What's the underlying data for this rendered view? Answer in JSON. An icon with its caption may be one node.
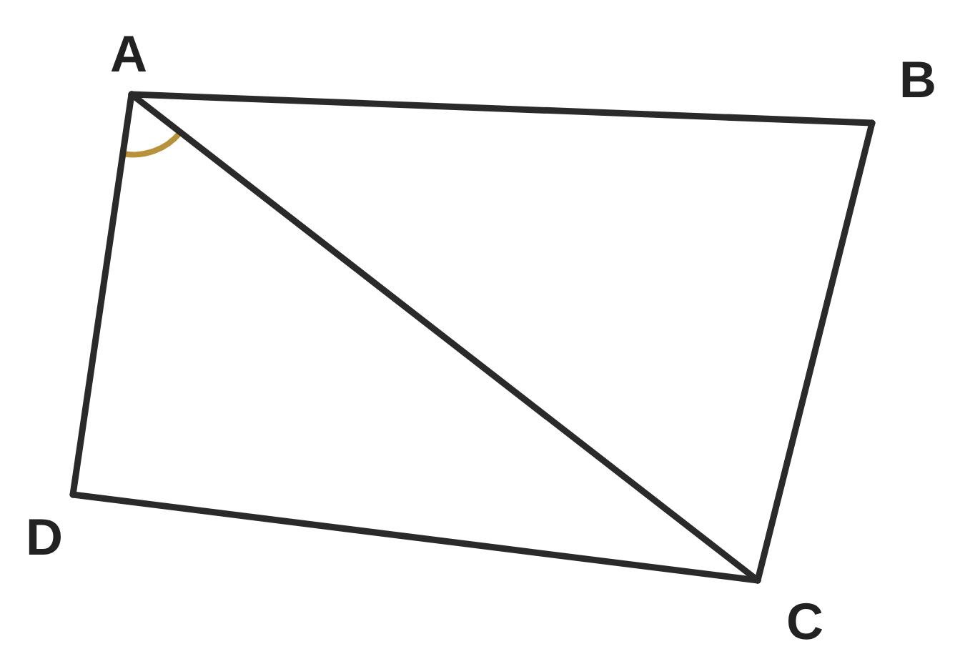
{
  "diagram": {
    "nodes": [
      {
        "text": [
          "A"
        ]
      },
      {
        "text": [
          "B"
        ]
      },
      {
        "text": [
          "C"
        ]
      },
      {
        "text": [
          "D"
        ]
      }
    ],
    "edges": [
      {
        "from": 0,
        "to": 1,
        "arrow": "none"
      },
      {
        "from": 1,
        "to": 2,
        "arrow": "none"
      },
      {
        "from": 2,
        "to": 3,
        "arrow": "none"
      },
      {
        "from": 3,
        "to": 0,
        "arrow": "none"
      },
      {
        "from": 0,
        "to": 2,
        "arrow": "none"
      }
    ]
  }
}
